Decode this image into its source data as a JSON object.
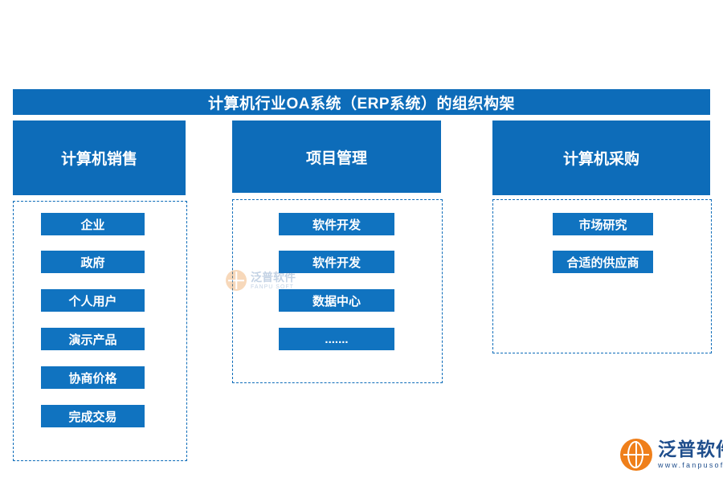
{
  "diagram": {
    "title": "计算机行业OA系统（ERP系统）的组织构架",
    "accent_color": "#0d6cb9",
    "item_color": "#1073c0",
    "columns": [
      {
        "header": "计算机销售",
        "items": [
          "企业",
          "政府",
          "个人用户",
          "演示产品",
          "协商价格",
          "完成交易"
        ]
      },
      {
        "header": "项目管理",
        "items": [
          "软件开发",
          "软件开发",
          "数据中心",
          "......."
        ]
      },
      {
        "header": "计算机采购",
        "items": [
          "市场研究",
          "合适的供应商"
        ]
      }
    ]
  },
  "watermark": {
    "center_cn": "泛普软件",
    "center_en": "FANPU SOFT",
    "logo_cn": "泛普软件",
    "logo_en": "www.fanpusoft.com"
  }
}
